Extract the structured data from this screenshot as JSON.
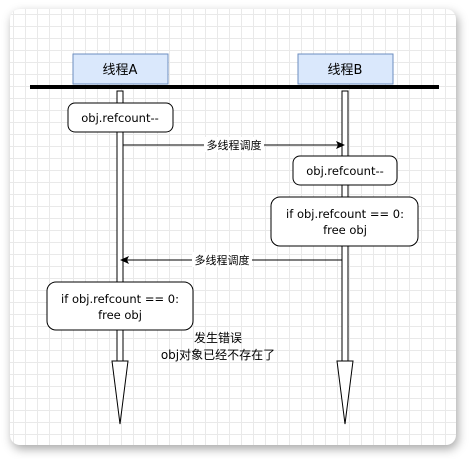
{
  "lanes": {
    "a": {
      "label": "线程A"
    },
    "b": {
      "label": "线程B"
    }
  },
  "boxes": {
    "a_decrement": {
      "text": "obj.refcount--"
    },
    "b_decrement": {
      "text": "obj.refcount--"
    },
    "b_check": {
      "line1": "if obj.refcount == 0:",
      "line2": "free obj"
    },
    "a_check": {
      "line1": "if obj.refcount == 0:",
      "line2": "free obj"
    }
  },
  "messages": {
    "a_to_b": {
      "label": "多线程调度"
    },
    "b_to_a": {
      "label": "多线程调度"
    }
  },
  "note": {
    "line1": "发生错误",
    "line2": "obj对象已经不存在了"
  },
  "colors": {
    "lane_header_fill": "#dae8fc",
    "lane_header_stroke": "#6c8ebf",
    "line": "#000000",
    "box_fill": "#ffffff"
  }
}
